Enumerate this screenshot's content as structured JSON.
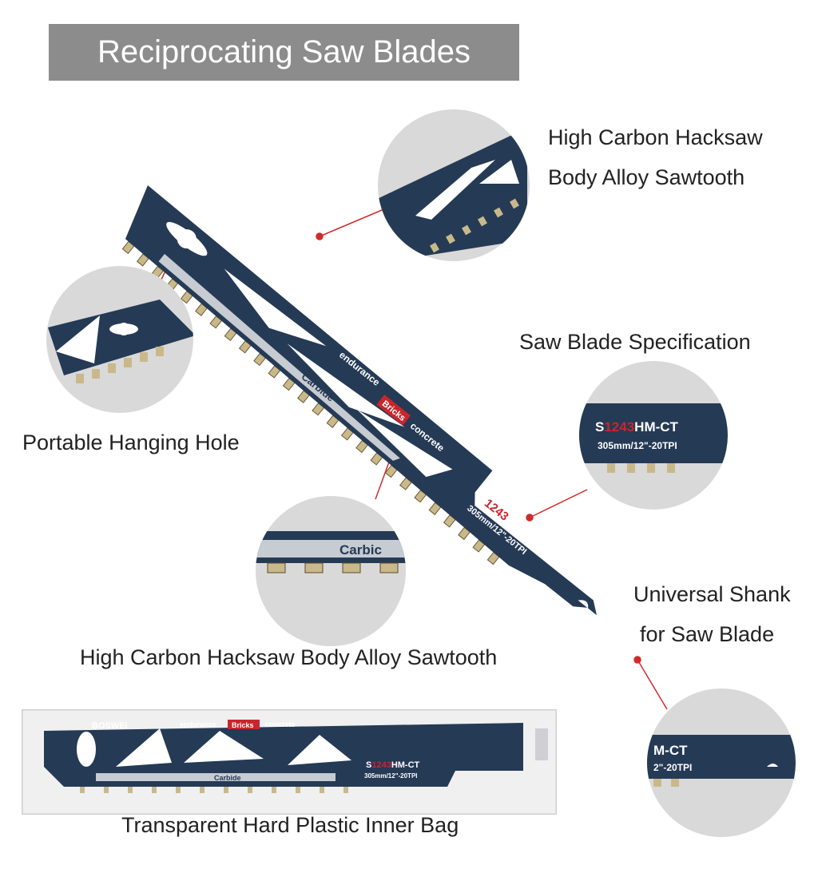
{
  "title": "Reciprocating Saw Blades",
  "labels": {
    "top_right_line1": "High Carbon Hacksaw",
    "top_right_line2": "Body Alloy Sawtooth",
    "spec": "Saw Blade Specification",
    "hanging_hole": "Portable Hanging Hole",
    "shank_line1": "Universal Shank",
    "shank_line2": "for Saw Blade",
    "sawtooth_bottom": "High Carbon Hacksaw Body Alloy Sawtooth",
    "bag": "Transparent Hard Plastic Inner Bag"
  },
  "blade": {
    "brand": "BOSWEI",
    "word_endurance": "endurance",
    "word_bricks": "Bricks",
    "word_concrete": "concrete",
    "word_carbide": "Carbide",
    "model_prefix": "S",
    "model_number": "1243",
    "model_suffix": "HM-CT",
    "size": "305mm/12\"-20TPI"
  },
  "zoom": {
    "spec_model_prefix": "S",
    "spec_model_number": "1243",
    "spec_model_suffix": "HM-CT",
    "spec_size": "305mm/12\"-20TPI",
    "carbide_fragment": "Carbic",
    "shank_model": "M-CT",
    "shank_size": "2\"-20TPI"
  },
  "colors": {
    "blade": "#253a55",
    "accent_red": "#c8262c",
    "title_bg": "#8c8c8c",
    "circle_bg": "#d9d9d9",
    "teeth": "#c9b98a"
  }
}
